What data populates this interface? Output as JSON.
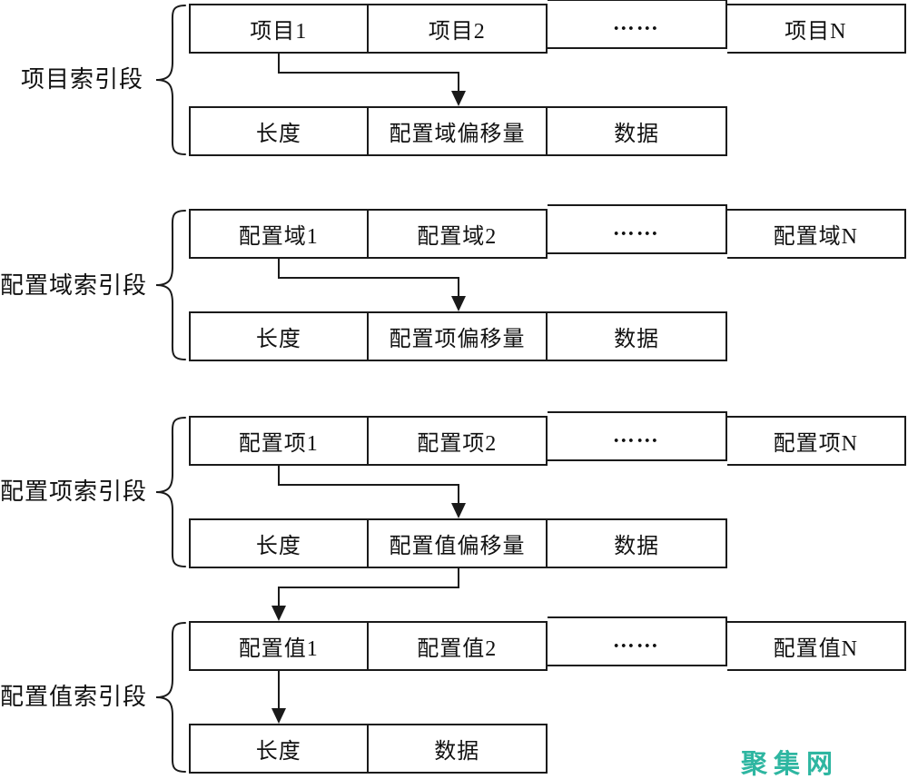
{
  "diagram": {
    "title_hint": "index segment structure diagram",
    "line_color": "#1a1a1a",
    "background_color": "#ffffff",
    "sections": [
      {
        "label": "项目索引段",
        "row1": [
          "项目1",
          "项目2",
          "……",
          "项目N"
        ],
        "row2": [
          "长度",
          "配置域偏移量",
          "数据"
        ]
      },
      {
        "label": "配置域索引段",
        "row1": [
          "配置域1",
          "配置域2",
          "……",
          "配置域N"
        ],
        "row2": [
          "长度",
          "配置项偏移量",
          "数据"
        ]
      },
      {
        "label": "配置项索引段",
        "row1": [
          "配置项1",
          "配置项2",
          "……",
          "配置项N"
        ],
        "row2": [
          "长度",
          "配置值偏移量",
          "数据"
        ]
      },
      {
        "label": "配置值索引段",
        "row1": [
          "配置值1",
          "配置值2",
          "……",
          "配置值N"
        ],
        "row2": [
          "长度",
          "数据"
        ]
      }
    ],
    "watermark": {
      "text": "聚集网",
      "color": "#2eb6a1"
    }
  }
}
